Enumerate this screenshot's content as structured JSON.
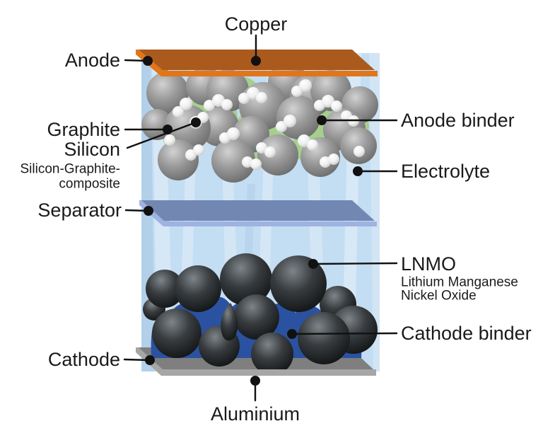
{
  "diagram": {
    "type": "lithium-ion-battery-cell-cross-section",
    "labels": {
      "copper": "Copper",
      "anode": "Anode",
      "graphite": "Graphite",
      "silicon": "Silicon",
      "composite_line1": "Silicon-Graphite-",
      "composite_line2": "composite",
      "separator": "Separator",
      "cathode": "Cathode",
      "aluminium": "Aluminium",
      "anode_binder": "Anode binder",
      "electrolyte": "Electrolyte",
      "lnmo": "LNMO",
      "lnmo_sub_line1": "Lithium Manganese",
      "lnmo_sub_line2": "Nickel Oxide",
      "cathode_binder": "Cathode binder"
    },
    "colors": {
      "background": "#ffffff",
      "copper": "#ab5a1d",
      "copper_edge": "#e0761c",
      "separator": "#7288b3",
      "separator_edge": "#9fb3e0",
      "aluminium": "#7f7f7f",
      "aluminium_edge": "#a6a6a6",
      "electrolyte": "#c3ddf2",
      "anode_binder": "#a6cf8e",
      "cathode_binder": "#2b52a0",
      "label_text": "#1a1a1a"
    }
  }
}
